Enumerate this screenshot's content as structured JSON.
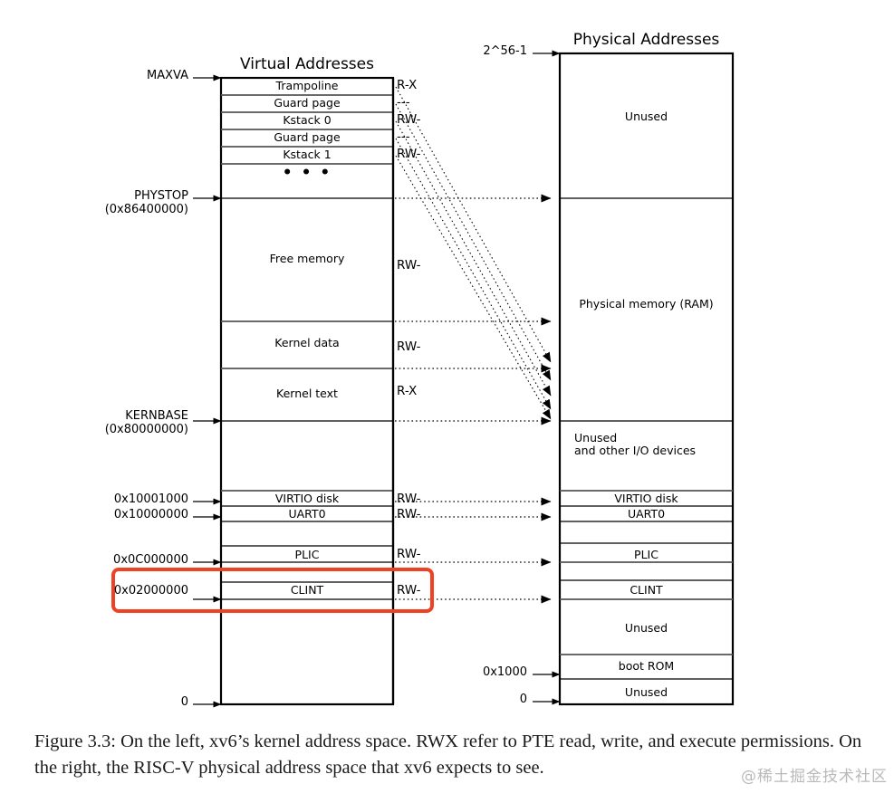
{
  "figure": {
    "caption": "Figure 3.3: On the left, xv6’s kernel address space. RWX refer to PTE read, write, and execute permissions. On the right, the RISC-V physical address space that xv6 expects to see.",
    "watermark": "@稀土掘金技术社区",
    "highlight_color": "#ef4123"
  },
  "virtual": {
    "title": "Virtual Addresses",
    "regions": [
      {
        "label": "Trampoline"
      },
      {
        "label": "Guard page"
      },
      {
        "label": "Kstack 0"
      },
      {
        "label": "Guard page"
      },
      {
        "label": "Kstack 1"
      },
      {
        "label": "• • •"
      },
      {
        "label": "Free memory"
      },
      {
        "label": "Kernel data"
      },
      {
        "label": "Kernel text"
      },
      {
        "label": "VIRTIO disk"
      },
      {
        "label": "UART0"
      },
      {
        "label": "PLIC"
      },
      {
        "label": "CLINT"
      }
    ],
    "address_marks": [
      {
        "label": "MAXVA"
      },
      {
        "label": "PHYSTOP\n(0x86400000)"
      },
      {
        "label": "KERNBASE\n(0x80000000)"
      },
      {
        "label": "0x10001000"
      },
      {
        "label": "0x10000000"
      },
      {
        "label": "0x0C000000"
      },
      {
        "label": "0x02000000"
      },
      {
        "label": "0"
      }
    ],
    "permissions": [
      {
        "label": "R-X"
      },
      {
        "label": "---"
      },
      {
        "label": "RW-"
      },
      {
        "label": "---"
      },
      {
        "label": "RW-"
      },
      {
        "label": "RW-"
      },
      {
        "label": "RW-"
      },
      {
        "label": "R-X"
      },
      {
        "label": "RW-"
      },
      {
        "label": "RW-"
      },
      {
        "label": "RW-"
      },
      {
        "label": "RW-"
      }
    ]
  },
  "physical": {
    "title": "Physical Addresses",
    "regions": [
      {
        "label": "Unused"
      },
      {
        "label": "Physical memory (RAM)"
      },
      {
        "label": "Unused\nand other I/O devices"
      },
      {
        "label": "VIRTIO disk"
      },
      {
        "label": "UART0"
      },
      {
        "label": "PLIC"
      },
      {
        "label": "CLINT"
      },
      {
        "label": "Unused"
      },
      {
        "label": "boot ROM"
      },
      {
        "label": "Unused"
      }
    ],
    "address_marks": [
      {
        "label": "2^56-1"
      },
      {
        "label": "0x1000"
      },
      {
        "label": "0"
      }
    ]
  }
}
